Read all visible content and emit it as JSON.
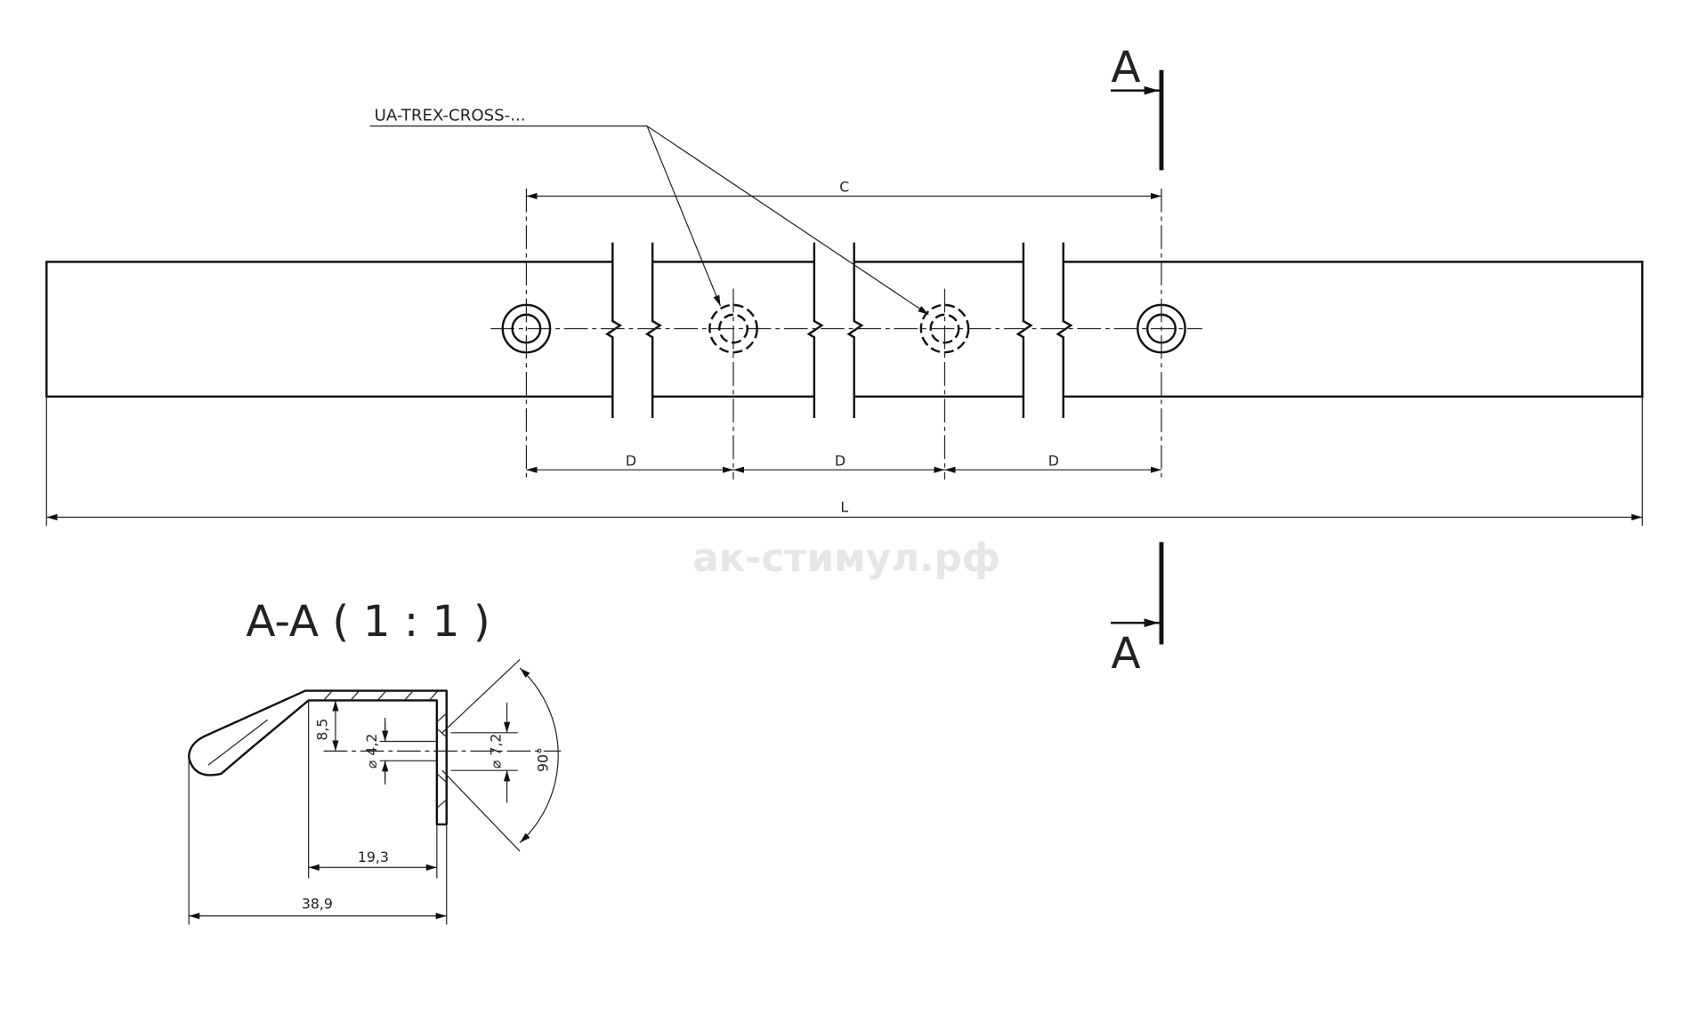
{
  "drawing": {
    "leader_label": "UA-TREX-CROSS-...",
    "section_mark": "A",
    "section_title": "A-A ( 1 : 1 )",
    "watermark": "ак-стимул.рф"
  },
  "dimensions": {
    "overall_length": "L",
    "hole_span": "C",
    "hole_pitch": "D",
    "profile_width": "38,9",
    "profile_inner_width": "19,3",
    "hole_offset": "8,5",
    "hole_diameter": "⌀ 4,2",
    "countersink_diameter": "⌀ 7,2",
    "countersink_angle": "90°"
  }
}
